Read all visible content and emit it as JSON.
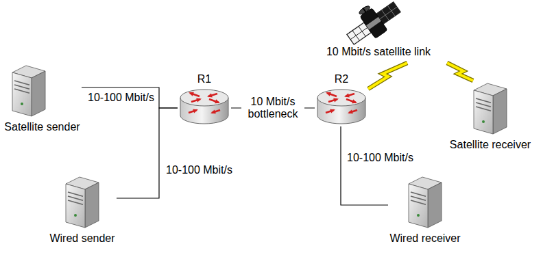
{
  "diagram": {
    "nodes": [
      {
        "text": [
          "Satellite sender"
        ]
      },
      {
        "text": [
          "R1"
        ]
      },
      {
        "text": [
          "R2"
        ]
      },
      {
        "text": [
          "Satellite receiver"
        ]
      },
      {
        "text": [
          "Wired sender"
        ]
      },
      {
        "text": [
          "Wired receiver"
        ]
      }
    ],
    "edges": [
      {
        "from": 0,
        "to": 1,
        "label": "10-100 Mbit/s",
        "arrow": "none"
      },
      {
        "from": 4,
        "to": 1,
        "label": "10-100 Mbit/s",
        "arrow": "none"
      },
      {
        "from": 1,
        "to": 2,
        "label": "10 Mbit/s bottleneck",
        "arrow": "none"
      },
      {
        "from": 2,
        "to": 3,
        "label": "10 Mbit/s satellite link",
        "arrow": "none"
      },
      {
        "from": 2,
        "to": 5,
        "label": "10-100 Mbit/s",
        "arrow": "none"
      }
    ]
  }
}
